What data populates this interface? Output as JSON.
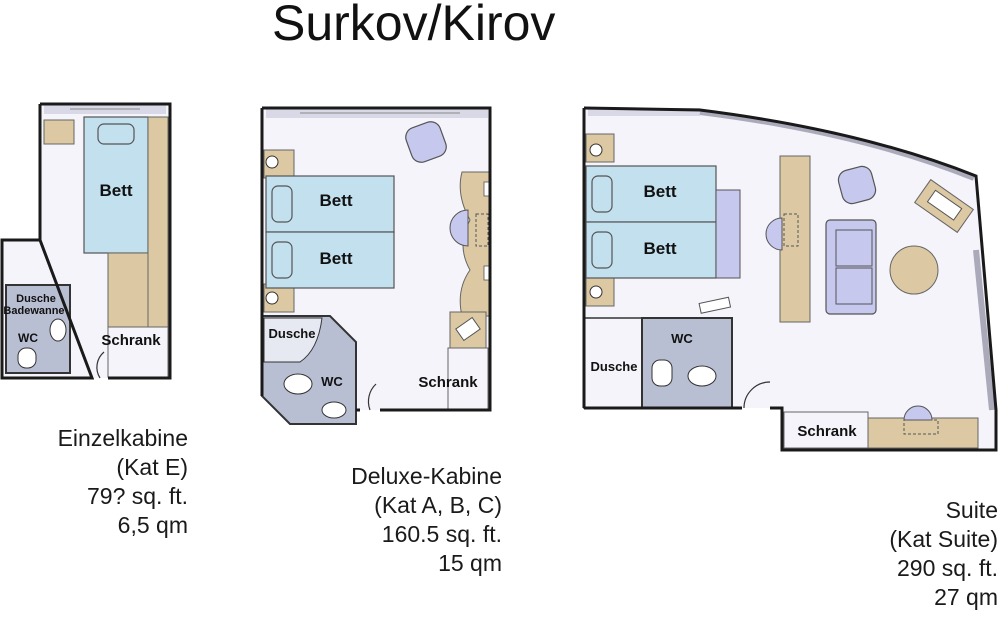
{
  "title": "Surkov/Kirov",
  "colors": {
    "wall": "#1a1a1a",
    "floor": "#f4f4fa",
    "bed": "#c3e0ee",
    "wardrobe": "#dcc9a3",
    "bath": "#b9bfd3",
    "furniture": "#c6c8ee"
  },
  "cabins": [
    {
      "labels": {
        "bed": "Bett",
        "shower": "Dusche",
        "bathtub": "Badewanne",
        "wc": "WC",
        "wardrobe": "Schrank"
      },
      "caption": [
        "Einzelkabine",
        "(Kat E)",
        "79? sq. ft.",
        "6,5 qm"
      ]
    },
    {
      "labels": {
        "bed1": "Bett",
        "bed2": "Bett",
        "shower": "Dusche",
        "wc": "WC",
        "wardrobe": "Schrank"
      },
      "caption": [
        "Deluxe-Kabine",
        "(Kat A, B, C)",
        "160.5 sq. ft.",
        "15 qm"
      ]
    },
    {
      "labels": {
        "bed1": "Bett",
        "bed2": "Bett",
        "wc": "WC",
        "shower": "Dusche",
        "wardrobe": "Schrank"
      },
      "caption": [
        "Suite",
        "(Kat Suite)",
        "290 sq. ft.",
        "27 qm"
      ]
    }
  ]
}
